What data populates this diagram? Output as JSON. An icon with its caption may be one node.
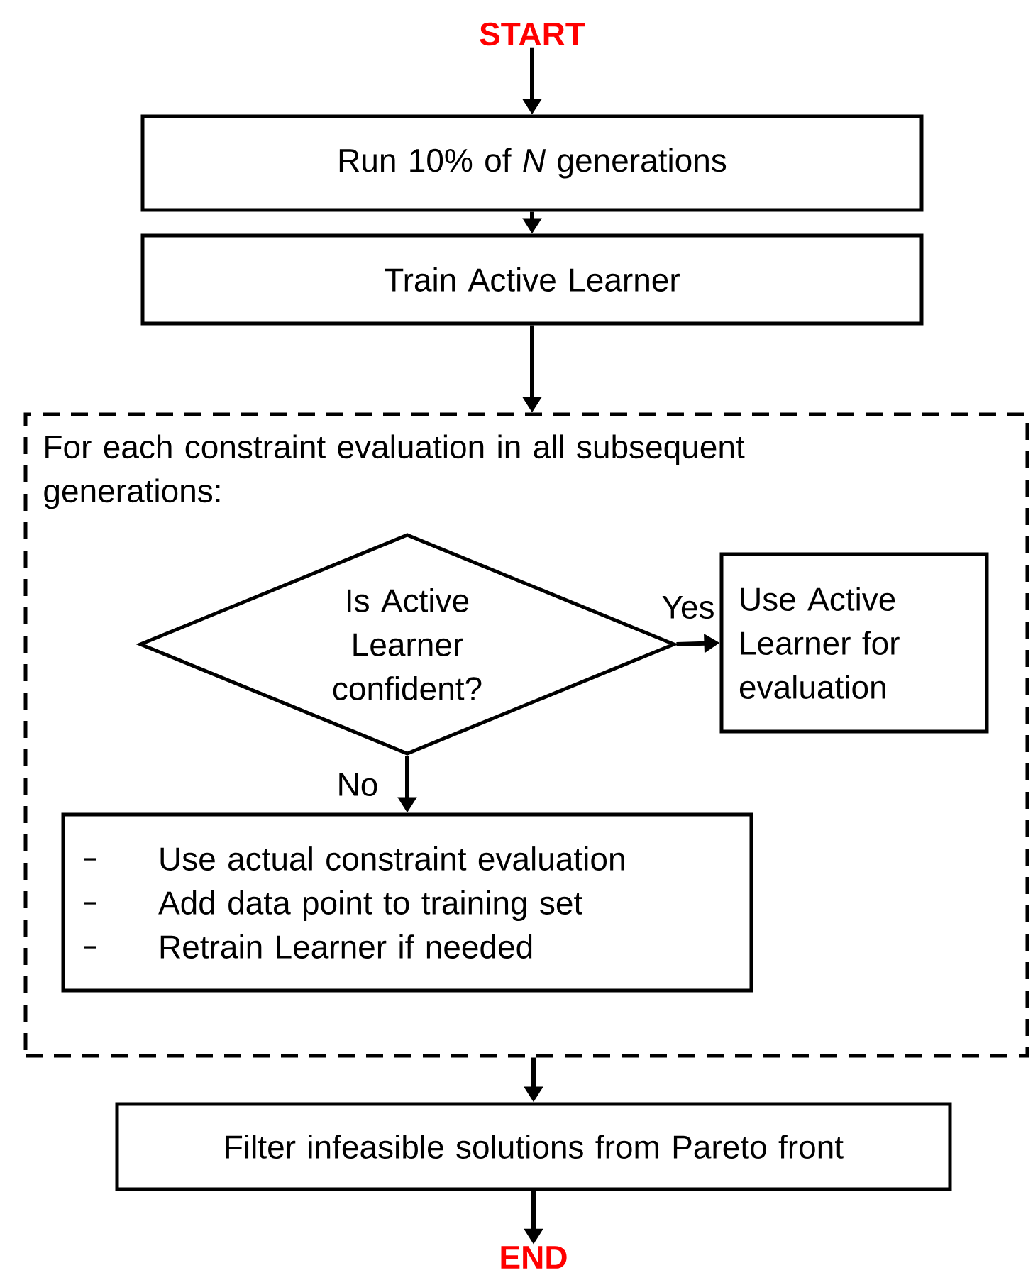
{
  "diagram": {
    "nodes": [
      {
        "text": [
          "START"
        ]
      },
      {
        "text": [
          "Run 10% of *N* generations"
        ]
      },
      {
        "text": [
          "Train Active Learner"
        ]
      },
      {
        "text": [
          "For each constraint evaluation in all subsequent generations:"
        ]
      },
      {
        "text": [
          "Is Active Learner confident?"
        ],
        "in": 3
      },
      {
        "text": [
          "Use Active Learner for evaluation"
        ],
        "in": 3
      },
      {
        "text": [
          "Use actual constraint evaluation",
          "Add data point to training set",
          "Retrain Learner if needed"
        ],
        "in": 3
      },
      {
        "text": [
          "Filter infeasible solutions from Pareto front"
        ]
      },
      {
        "text": [
          "END"
        ]
      }
    ],
    "edges": [
      {
        "from": 0,
        "to": 1,
        "arrow": "to"
      },
      {
        "from": 1,
        "to": 2,
        "arrow": "to"
      },
      {
        "from": 2,
        "to": 3,
        "arrow": "to"
      },
      {
        "from": 4,
        "to": 5,
        "arrow": "to",
        "label": "Yes"
      },
      {
        "from": 4,
        "to": 6,
        "arrow": "to",
        "label": "No"
      },
      {
        "from": 3,
        "to": 7,
        "arrow": "to"
      },
      {
        "from": 7,
        "to": 8,
        "arrow": "to"
      }
    ]
  }
}
